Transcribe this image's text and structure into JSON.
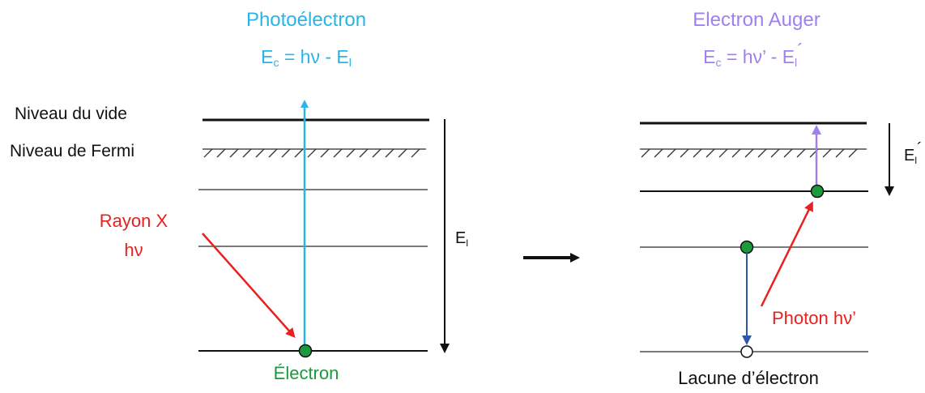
{
  "left": {
    "title": "Photoélectron",
    "equation": {
      "main": "E",
      "sub": "c",
      "middle": " = hν - E",
      "sub2": "l",
      "tail": ""
    },
    "label_vacuum": "Niveau du vide",
    "label_fermi": "Niveau de Fermi",
    "xray_line1": "Rayon X",
    "xray_line2": "hν",
    "binding_label_main": "E",
    "binding_label_sub": "l",
    "electron_label": "Électron"
  },
  "right": {
    "title": "Electron Auger",
    "equation": {
      "main": "E",
      "sub": "c",
      "middle": " = hν’ - E",
      "sub2": "l",
      "tail": "´"
    },
    "binding_label_main": "E",
    "binding_label_sub": "l",
    "binding_label_tail": "´",
    "photon_label": "Photon hν’",
    "vacancy_label": "Lacune d’électron"
  },
  "colors": {
    "photoelectron": "#2ab4e6",
    "auger": "#a080f0",
    "xray": "#e8201e",
    "electron_fill": "#1a9a3c",
    "electron_label": "#1a9a3c",
    "transition": "#2f57a8",
    "level_line": "#7a7a7a",
    "vacuum_line": "#111111"
  }
}
